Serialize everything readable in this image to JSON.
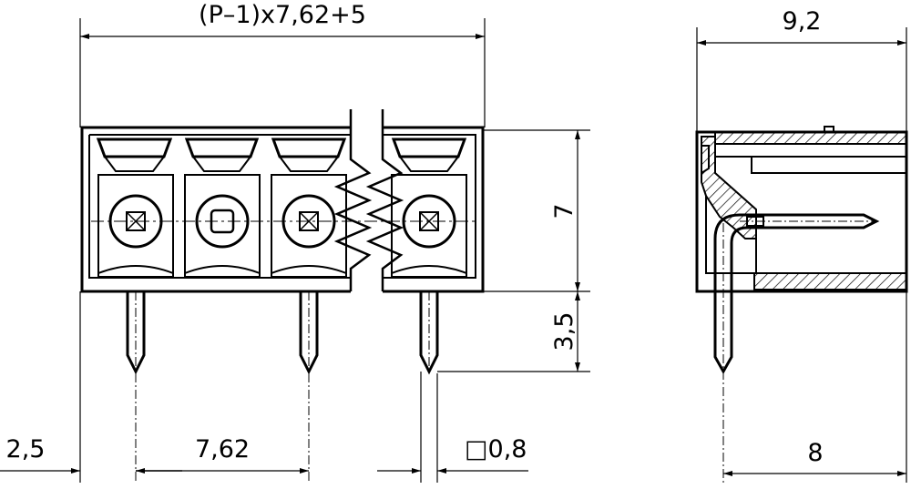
{
  "dimensions": {
    "overall_width": "(P–1)x7,62+5",
    "side_width": "9,2",
    "body_height": "7",
    "pin_length": "3,5",
    "edge_offset": "2,5",
    "pitch": "7,62",
    "pin_section": "□0,8",
    "pin_offset": "8"
  },
  "colors": {
    "stroke": "#000000",
    "hatch": "#000000",
    "background": "#ffffff"
  }
}
